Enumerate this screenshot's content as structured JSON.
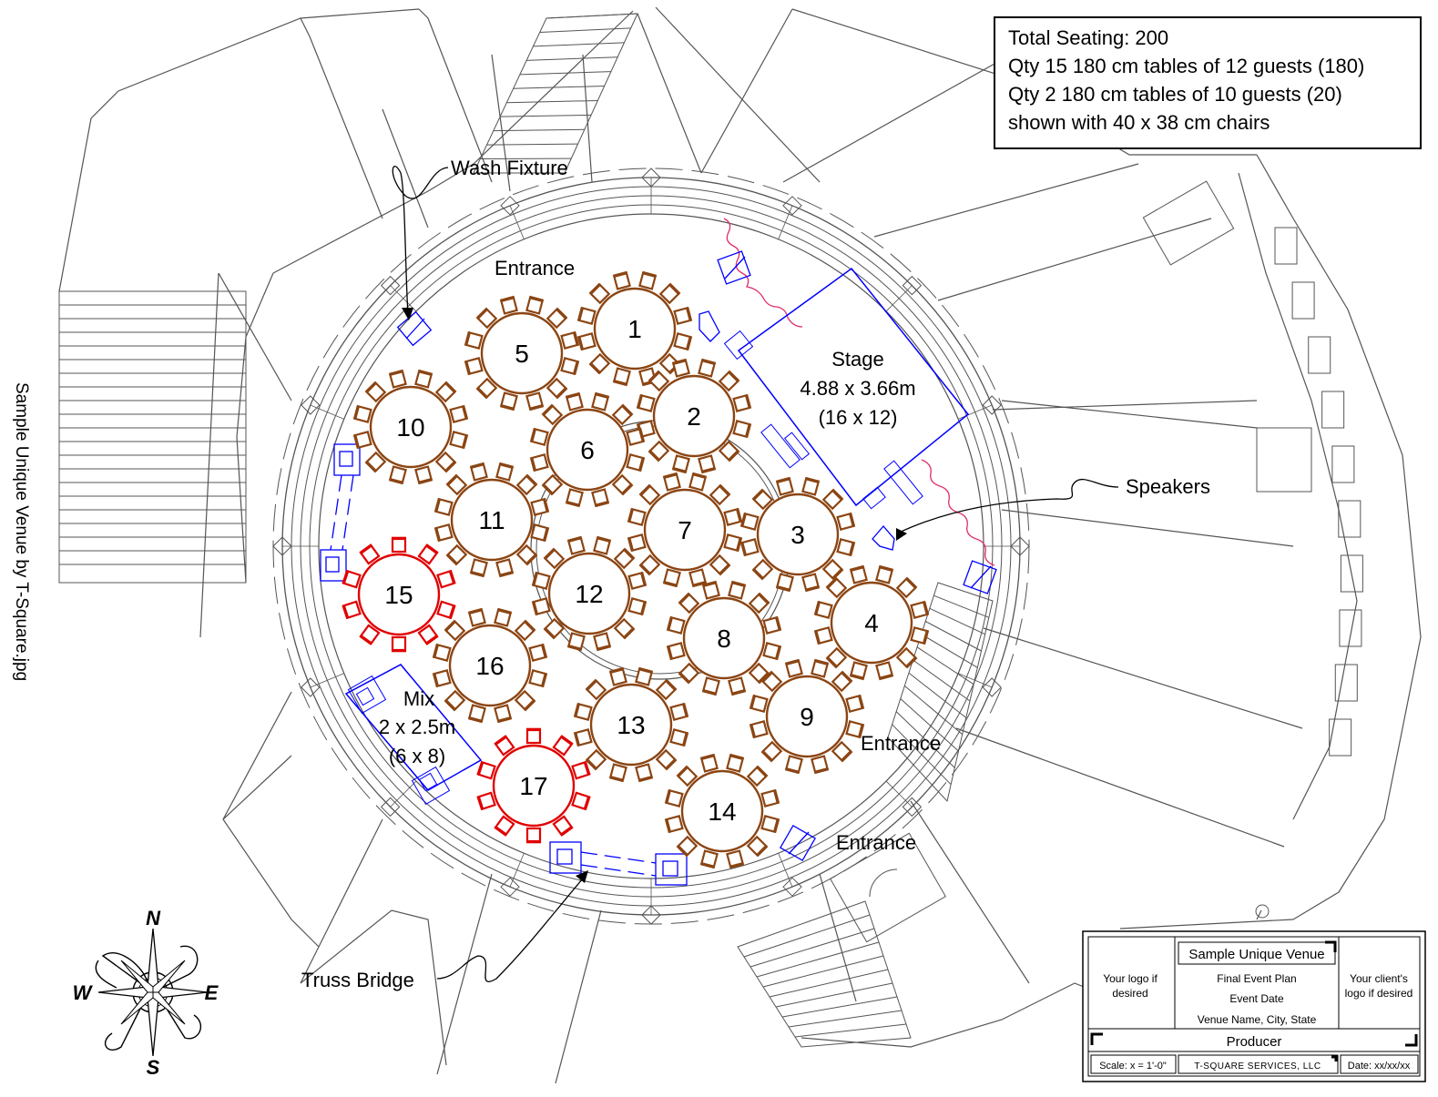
{
  "side_caption": "Sample Unique Venue by T-Square.jpg",
  "summary": {
    "line1": "Total Seating: 200",
    "line2": "Qty 15 180 cm tables of 12 guests (180)",
    "line3": "Qty 2 180 cm tables of 10 guests (20)",
    "line4": "shown with 40 x 38 cm  chairs"
  },
  "labels": {
    "wash_fixture": "Wash Fixture",
    "speakers": "Speakers",
    "truss_bridge": "Truss Bridge",
    "entrance": "Entrance",
    "stage_title": "Stage",
    "stage_metric": "4.88 x 3.66m",
    "stage_imperial": "(16 x 12)",
    "mix_title": "Mix",
    "mix_metric": "2 x 2.5m",
    "mix_imperial": "(6 x 8)"
  },
  "compass": {
    "n": "N",
    "s": "S",
    "e": "E",
    "w": "W"
  },
  "colors": {
    "table_standard": "#8b4513",
    "table_ten_guest": "#e00000",
    "equipment": "#0000ff",
    "drape": "#e0306a",
    "architecture": "#555555"
  },
  "tables": [
    {
      "label": "1",
      "seats": 12,
      "type": "standard"
    },
    {
      "label": "2",
      "seats": 12,
      "type": "standard"
    },
    {
      "label": "3",
      "seats": 12,
      "type": "standard"
    },
    {
      "label": "4",
      "seats": 12,
      "type": "standard"
    },
    {
      "label": "5",
      "seats": 12,
      "type": "standard"
    },
    {
      "label": "6",
      "seats": 12,
      "type": "standard"
    },
    {
      "label": "7",
      "seats": 12,
      "type": "standard"
    },
    {
      "label": "8",
      "seats": 12,
      "type": "standard"
    },
    {
      "label": "9",
      "seats": 12,
      "type": "standard"
    },
    {
      "label": "10",
      "seats": 12,
      "type": "standard"
    },
    {
      "label": "11",
      "seats": 12,
      "type": "standard"
    },
    {
      "label": "12",
      "seats": 12,
      "type": "standard"
    },
    {
      "label": "13",
      "seats": 12,
      "type": "standard"
    },
    {
      "label": "14",
      "seats": 12,
      "type": "standard"
    },
    {
      "label": "15",
      "seats": 10,
      "type": "ten_guest"
    },
    {
      "label": "16",
      "seats": 12,
      "type": "standard"
    },
    {
      "label": "17",
      "seats": 10,
      "type": "ten_guest"
    }
  ],
  "title_block": {
    "venue": "Sample Unique Venue",
    "logo_left": [
      "Your logo if",
      "desired"
    ],
    "logo_right": [
      "Your client's",
      "logo if desired"
    ],
    "plan": "Final Event Plan",
    "date": "Event Date",
    "location": "Venue Name, City, State",
    "producer": "Producer",
    "scale": "Scale: x = 1'-0\"",
    "company": "T-SQUARE SERVICES, LLC",
    "date_field": "Date: xx/xx/xx"
  }
}
